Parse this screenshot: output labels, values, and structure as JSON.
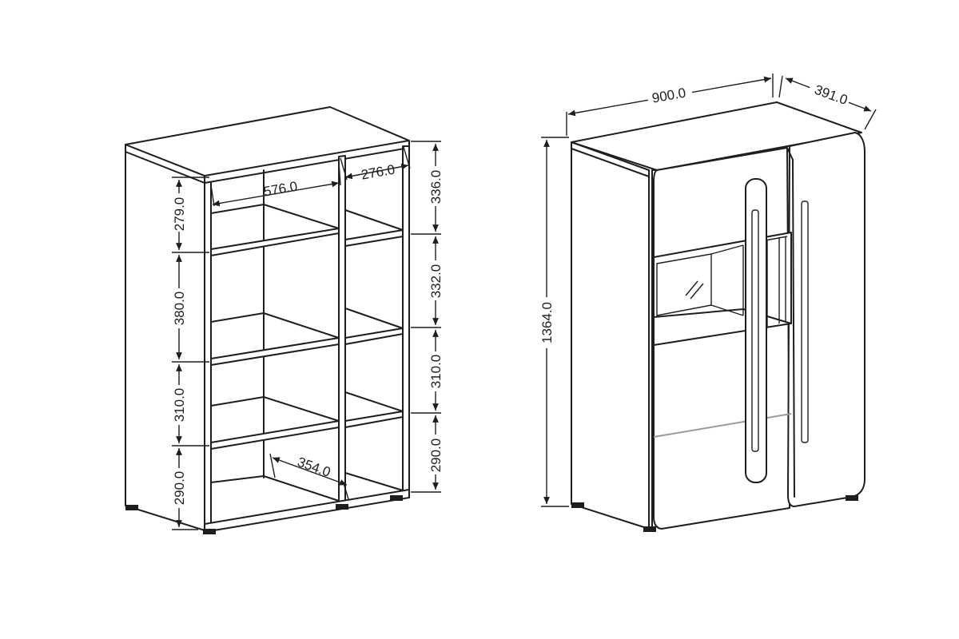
{
  "left_view": {
    "dims": {
      "interior_width": "576.0",
      "right_compartment_width": "276.0",
      "bottom_depth": "354.0",
      "left_heights": [
        "279.0",
        "380.0",
        "310.0",
        "290.0"
      ],
      "right_heights": [
        "336.0",
        "332.0",
        "310.0",
        "290.0"
      ]
    }
  },
  "right_view": {
    "dims": {
      "width": "900.0",
      "depth": "391.0",
      "height": "1364.0"
    }
  },
  "colors": {
    "line": "#1e1e1e",
    "background": "#ffffff"
  }
}
